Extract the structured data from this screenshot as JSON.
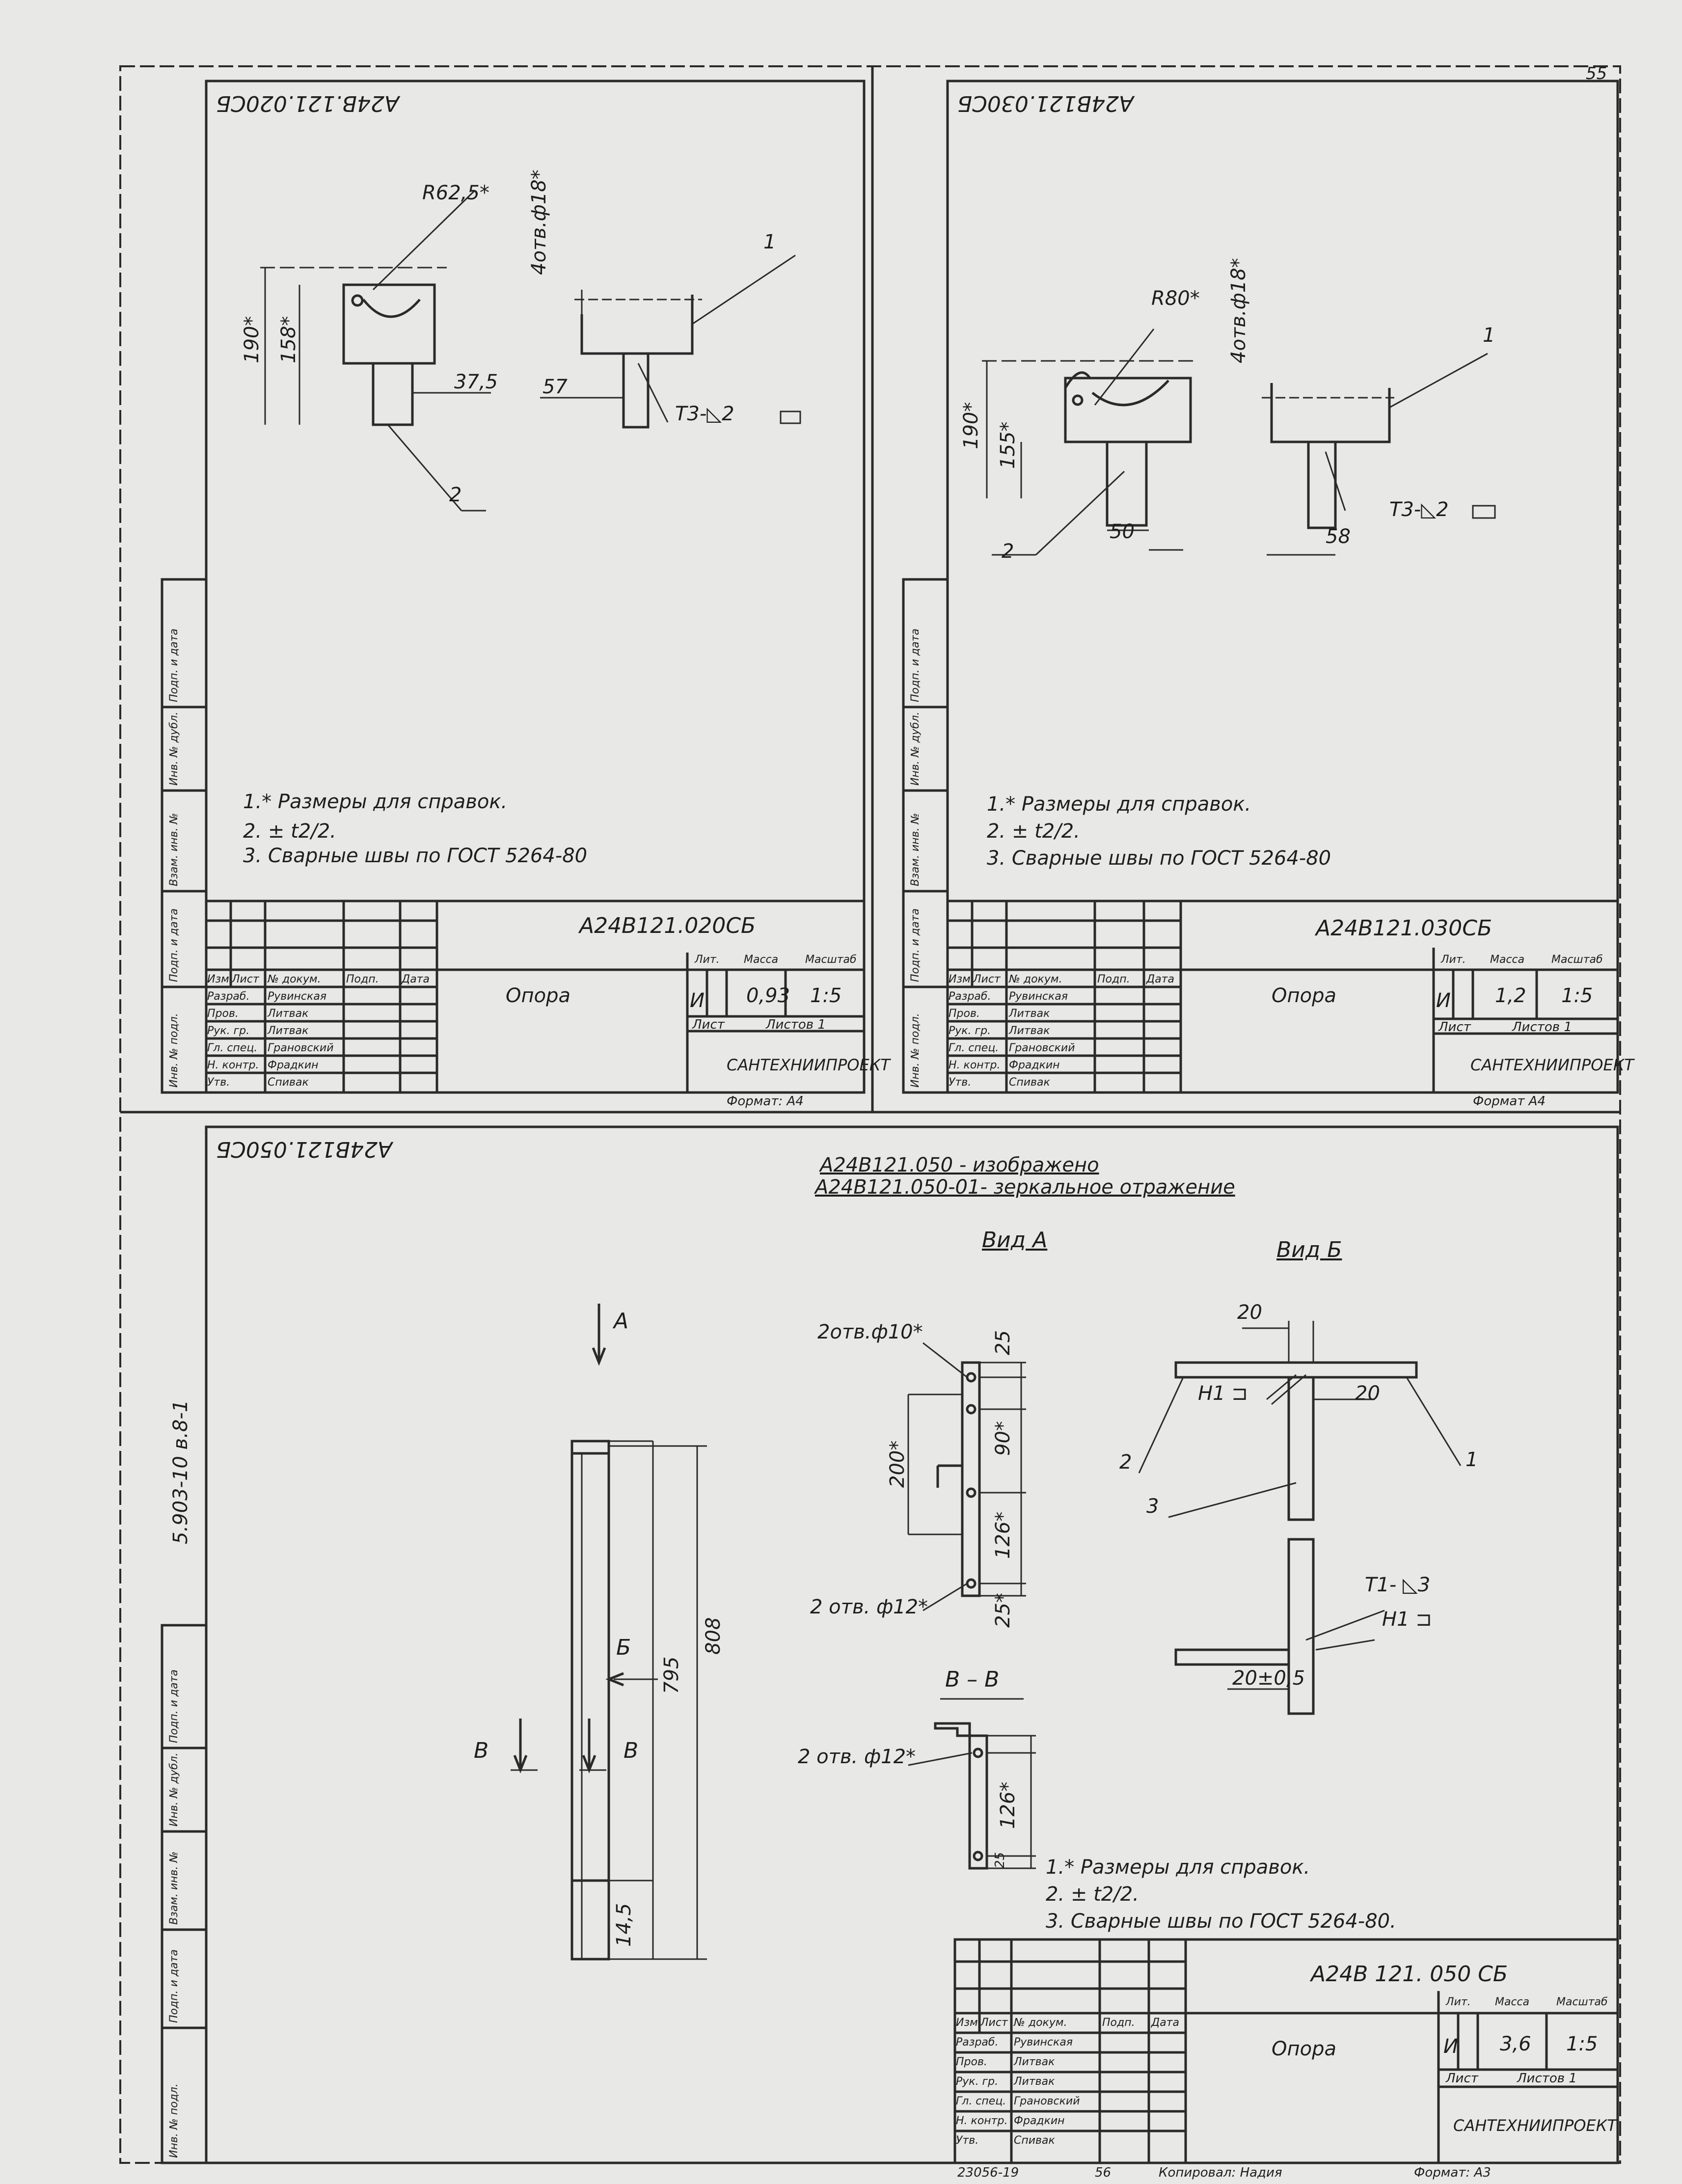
{
  "page_number": "55",
  "sheets": [
    {
      "id": "sheet1",
      "flipped_code": "А24В.121.020СБ",
      "code": "А24В121.020СБ",
      "part_name": "Опора",
      "lit": "И",
      "mass": "0,93",
      "scale": "1:5",
      "sheet": "Лист",
      "sheets_total": "Листов 1",
      "org": "САНТЕХНИИПРОЕКТ",
      "format": "Формат: А4",
      "dims": {
        "r": "R62,5*",
        "holes": "4отв.ф18*",
        "h1": "190*",
        "h2": "158*",
        "w1": "37,5",
        "w2": "57",
        "weld": "Т3-◺2",
        "pos1": "1",
        "pos2": "2"
      },
      "notes": [
        "1.* Размеры для справок.",
        "2. ± t2/2.",
        "3. Сварные швы по ГОСТ 5264-80"
      ],
      "rows": [
        [
          "Разраб.",
          "Рувинская"
        ],
        [
          "Пров.",
          "Литвак"
        ],
        [
          "Рук. гр.",
          "Литвак"
        ],
        [
          "Гл. спец.",
          "Грановский"
        ],
        [
          "Н. контр.",
          "Фрадкин"
        ],
        [
          "Утв.",
          "Спивак"
        ]
      ]
    },
    {
      "id": "sheet2",
      "flipped_code": "А24В121.030СБ",
      "code": "А24В121.030СБ",
      "part_name": "Опора",
      "lit": "И",
      "mass": "1,2",
      "scale": "1:5",
      "sheet": "Лист",
      "sheets_total": "Листов 1",
      "org": "САНТЕХНИИПРОЕКТ",
      "format": "Формат А4",
      "dims": {
        "r": "R80*",
        "holes": "4отв.ф18*",
        "h1": "190*",
        "h2": "155*",
        "w1": "50",
        "w2": "58",
        "weld": "Т3-◺2",
        "pos1": "1",
        "pos2": "2"
      },
      "notes": [
        "1.* Размеры для справок.",
        "2. ± t2/2.",
        "3. Сварные швы по ГОСТ 5264-80"
      ],
      "rows": [
        [
          "Разраб.",
          "Рувинская"
        ],
        [
          "Пров.",
          "Литвак"
        ],
        [
          "Рук. гр.",
          "Литвак"
        ],
        [
          "Гл. спец.",
          "Грановский"
        ],
        [
          "Н. контр.",
          "Фрадкин"
        ],
        [
          "Утв.",
          "Спивак"
        ]
      ]
    },
    {
      "id": "sheet3",
      "flipped_code": "А24В121.050СБ",
      "code": "А24В 121. 050 СБ",
      "part_name": "Опора",
      "lit": "И",
      "mass": "3,6",
      "scale": "1:5",
      "sheet": "Лист",
      "sheets_total": "Листов 1",
      "org": "САНТЕХНИИПРОЕКТ",
      "header1": "А24В121.050 - изображено",
      "header2": "А24В121.050-01- зеркальное отражение",
      "side_code": "5.903-10   в.8-1",
      "view_a": "Вид А",
      "view_b": "Вид Б",
      "section": "В – В",
      "arrow_a": "А",
      "arrow_b": "Б",
      "arrow_v1": "В",
      "arrow_v2": "В",
      "dims": {
        "len1": "795",
        "len2": "808",
        "foot": "14,5",
        "holes10": "2отв.ф10*",
        "holes12a": "2 отв. ф12*",
        "holes12b": "2 отв. ф12*",
        "d200": "200*",
        "d90": "90*",
        "d126": "126*",
        "d126b": "126*",
        "d25": "25",
        "d25b": "25*",
        "d25c": "25",
        "d20a": "20",
        "d20b": "20",
        "d20c": "20±0,5",
        "h1a": "Н1 ⊐",
        "h1b": "Н1 ⊐",
        "t1": "Т1- ◺3",
        "p1": "1",
        "p2": "2",
        "p3": "3"
      },
      "notes": [
        "1.* Размеры для справок.",
        "2. ± t2/2.",
        "3. Сварные швы по ГОСТ 5264-80."
      ],
      "rows": [
        [
          "Разраб.",
          "Рувинская"
        ],
        [
          "Пров.",
          "Литвак"
        ],
        [
          "Рук. гр.",
          "Литвак"
        ],
        [
          "Гл. спец.",
          "Грановский"
        ],
        [
          "Н. контр.",
          "Фрадкин"
        ],
        [
          "Утв.",
          "Спивак"
        ]
      ]
    }
  ],
  "stamp_headers": {
    "izm": "Изм",
    "list": "Лист",
    "doc": "№ докум.",
    "sign": "Подп.",
    "date": "Дата",
    "lit": "Лит.",
    "mass": "Масса",
    "scale": "Масштаб"
  },
  "side_labels": [
    "Подп. и дата",
    "Инв. № дубл.",
    "Взам. инв. №",
    "Подп. и дата",
    "Инв. № подл."
  ],
  "footer": {
    "num": "23056-19",
    "page": "56",
    "copied": "Копировал: Надия",
    "format": "Формат: А3"
  }
}
